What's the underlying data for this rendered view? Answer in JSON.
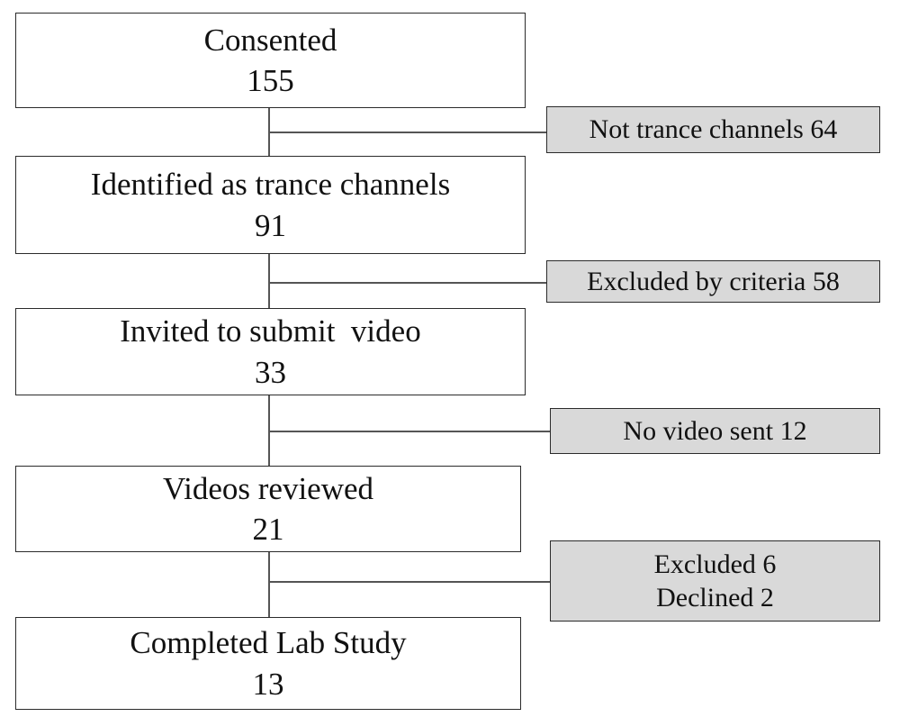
{
  "steps": [
    {
      "label": "Consented",
      "count": "155"
    },
    {
      "label": "Identified as trance channels",
      "count": "91"
    },
    {
      "label": "Invited to submit  video",
      "count": "33"
    },
    {
      "label": "Videos reviewed",
      "count": "21"
    },
    {
      "label": "Completed Lab Study",
      "count": "13"
    }
  ],
  "exclusions": [
    {
      "line1": "Not trance channels 64"
    },
    {
      "line1": "Excluded by criteria 58"
    },
    {
      "line1": "No video sent 12"
    },
    {
      "line1": "Excluded 6",
      "line2": "Declined 2"
    }
  ]
}
